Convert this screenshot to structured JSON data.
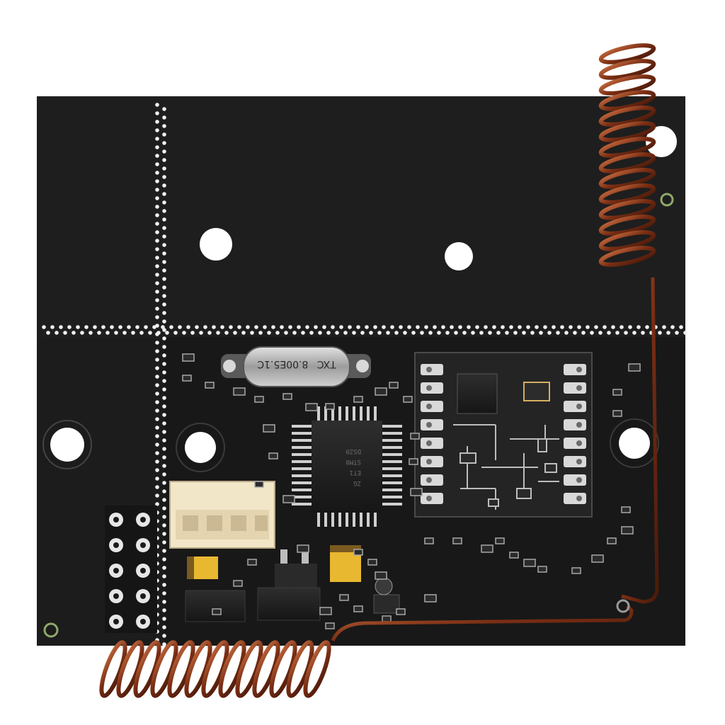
{
  "photo": {
    "subject": "pcb-radio-module",
    "colors": {
      "board": "#1c1c1c",
      "background": "#ffffff",
      "antenna_copper": "#8a3a1c",
      "silkscreen": "#e8e8e8",
      "connector": "#f2e6c8",
      "capacitor": "#e8b830"
    }
  },
  "crystal": {
    "line1": "TXC",
    "line2": "8.00E5.1C"
  },
  "mcu_chip": {
    "lines": [
      "ZG",
      "ET1",
      "STM8",
      "DSZ0"
    ]
  }
}
